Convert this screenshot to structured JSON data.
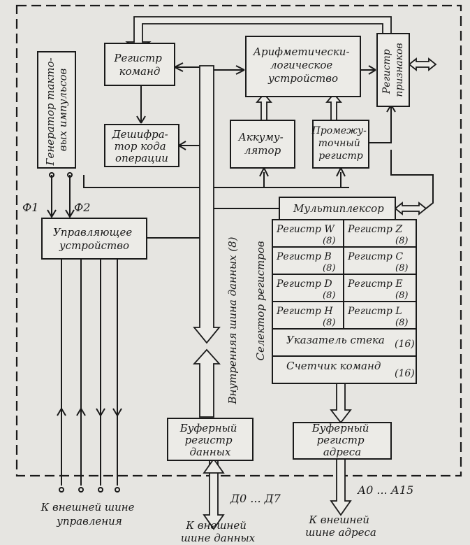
{
  "blocks": {
    "generator": [
      "Генератор тактo-",
      "вых импульсов"
    ],
    "instruction_register": [
      "Регистр",
      "команд"
    ],
    "alu": [
      "Арифметически-",
      "логическое",
      "устройство"
    ],
    "flags_register": [
      "Регистр",
      "признаков"
    ],
    "decoder": [
      "Дешифра-",
      "тор кода",
      "операции"
    ],
    "accumulator": [
      "Аккуму-",
      "лятор"
    ],
    "temp_register": [
      "Промежу-",
      "точный",
      "регистр"
    ],
    "control_unit": [
      "Управляющее",
      "устройство"
    ],
    "multiplexer": "Мультиплексор",
    "data_buffer": [
      "Буферный",
      "регистр",
      "данных"
    ],
    "address_buffer": [
      "Буферный",
      "регистр",
      "адреса"
    ]
  },
  "registers": [
    {
      "name": "Регистр W",
      "bits": "(8)"
    },
    {
      "name": "Регистр Z",
      "bits": "(8)"
    },
    {
      "name": "Регистр B",
      "bits": "(8)"
    },
    {
      "name": "Регистр C",
      "bits": "(8)"
    },
    {
      "name": "Регистр D",
      "bits": "(8)"
    },
    {
      "name": "Регистр E",
      "bits": "(8)"
    },
    {
      "name": "Регистр H",
      "bits": "(8)"
    },
    {
      "name": "Регистр L",
      "bits": "(8)"
    }
  ],
  "stack_pointer": {
    "name": "Указатель стека",
    "bits": "(16)"
  },
  "program_counter": {
    "name": "Счетчик команд",
    "bits": "(16)"
  },
  "labels": {
    "phi1": "Ф1",
    "phi2": "Ф2",
    "internal_bus": "Внутренняя шина данных (8)",
    "register_selector": "Селектор регистров",
    "data_pins": "Д0 ... Д7",
    "address_pins": "А0 ... А15",
    "control_bus": [
      "К внешней шине",
      "управления"
    ],
    "data_bus": [
      "К внешней",
      "шине данных"
    ],
    "address_bus": [
      "К внешней",
      "шине адреса"
    ]
  }
}
